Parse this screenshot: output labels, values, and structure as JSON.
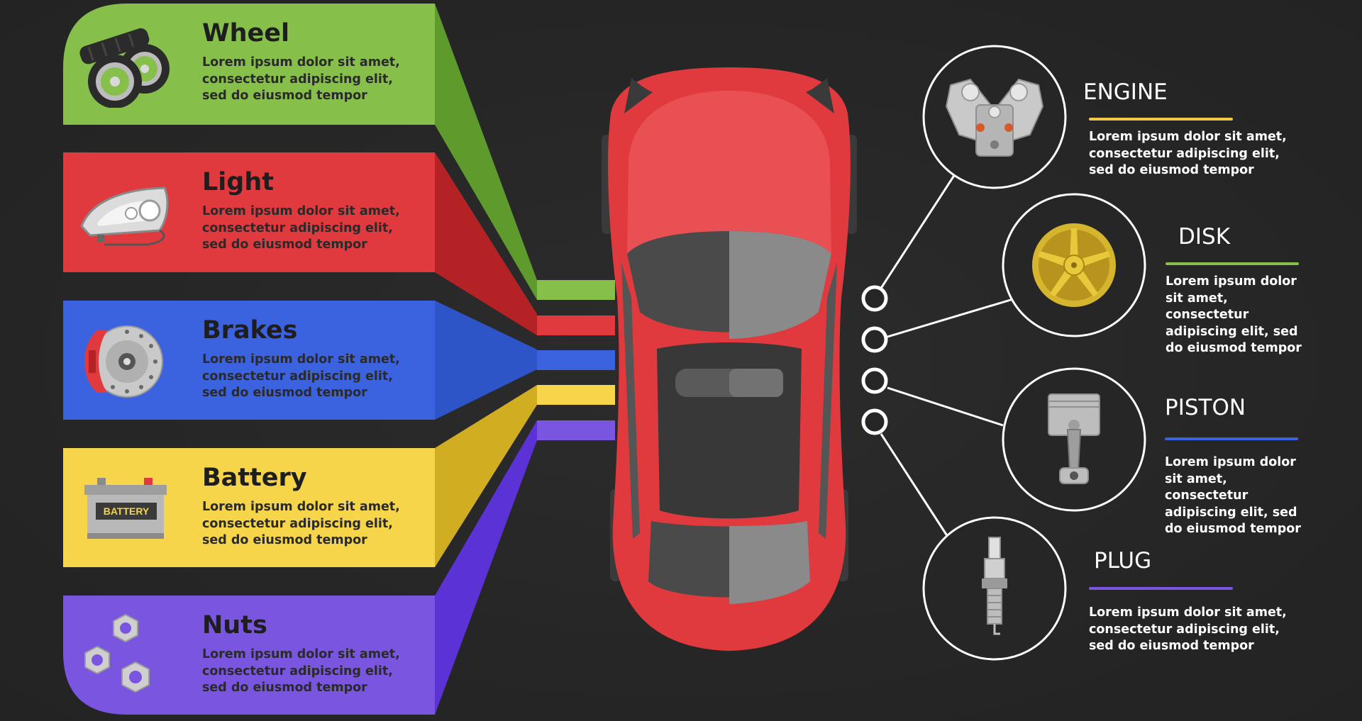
{
  "colors": {
    "background": "#262626",
    "green": "#86c04b",
    "red": "#e03a3e",
    "blue": "#3b63e0",
    "yellow": "#f6d54a",
    "purple": "#7a55e0",
    "car_body": "#e03a3e",
    "white": "#ffffff"
  },
  "categories": [
    {
      "title": "Wheel",
      "text": "Lorem ipsum dolor sit amet, consectetur adipiscing elit, sed do eiusmod tempor",
      "icon": "tire-wheel-icon"
    },
    {
      "title": "Light",
      "text": "Lorem ipsum dolor sit amet, consectetur adipiscing elit, sed do eiusmod tempor",
      "icon": "headlight-icon"
    },
    {
      "title": "Brakes",
      "text": "Lorem ipsum dolor sit amet, consectetur adipiscing elit, sed do eiusmod tempor",
      "icon": "brake-disc-icon"
    },
    {
      "title": "Battery",
      "text": "Lorem ipsum dolor sit amet, consectetur adipiscing elit, sed do eiusmod tempor",
      "icon": "battery-icon",
      "icon_label": "BATTERY"
    },
    {
      "title": "Nuts",
      "text": "Lorem ipsum dolor sit amet, consectetur adipiscing elit, sed do eiusmod tempor",
      "icon": "nuts-icon"
    }
  ],
  "parts": [
    {
      "title": "ENGINE",
      "text": "Lorem ipsum dolor sit amet, consectetur adipiscing elit, sed do eiusmod tempor",
      "icon": "engine-icon",
      "line_color": "#f2c84b"
    },
    {
      "title": "DISK",
      "text": "Lorem ipsum dolor sit amet, consectetur adipiscing elit, sed do eiusmod tempor",
      "icon": "alloy-rim-icon",
      "line_color": "#86c04b"
    },
    {
      "title": "PISTON",
      "text": "Lorem ipsum dolor sit amet, consectetur adipiscing elit, sed do eiusmod tempor",
      "icon": "piston-icon",
      "line_color": "#3b63e0"
    },
    {
      "title": "PLUG",
      "text": "Lorem ipsum dolor sit amet, consectetur adipiscing elit, sed do eiusmod tempor",
      "icon": "spark-plug-icon",
      "line_color": "#7a55e0"
    }
  ]
}
